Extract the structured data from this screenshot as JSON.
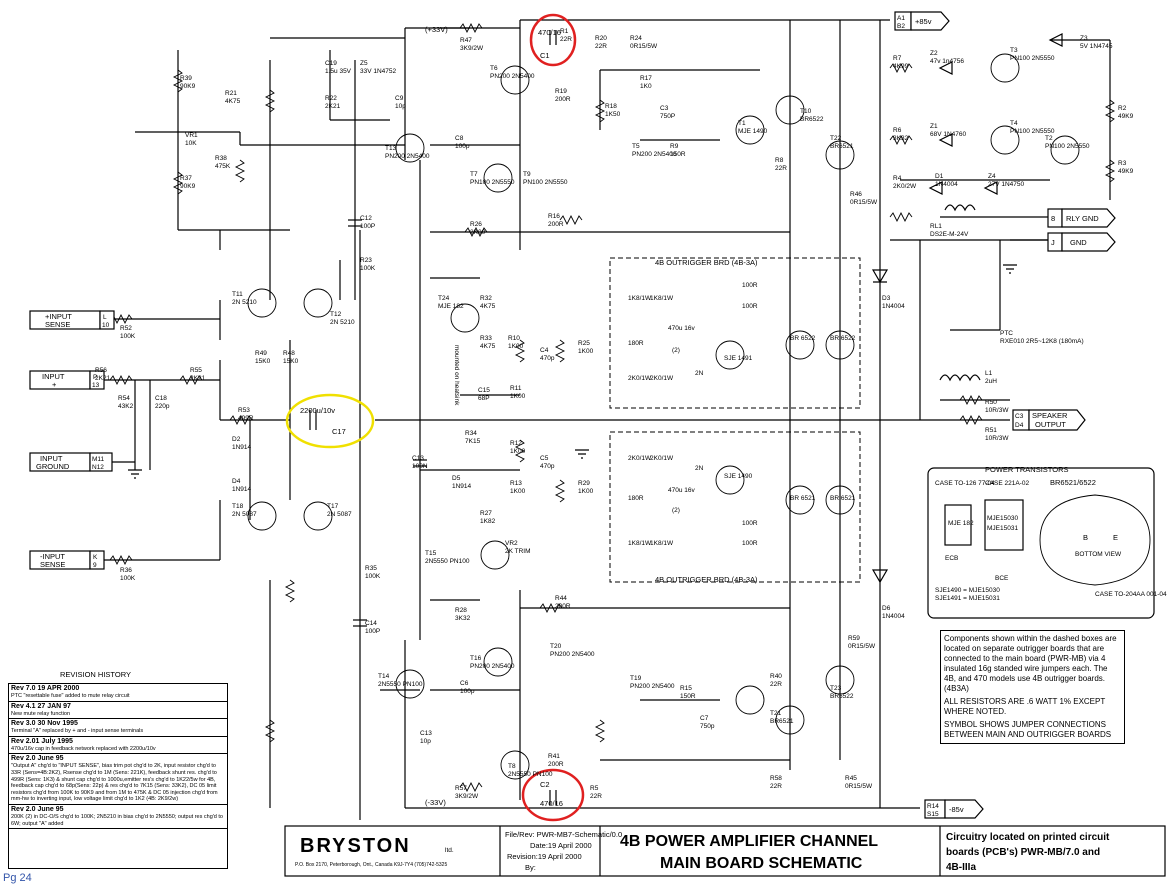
{
  "title": {
    "line1": "4B POWER AMPLIFIER CHANNEL",
    "line2": "MAIN BOARD SCHEMATIC",
    "note_line1": "Circuitry located on printed circuit",
    "note_line2": "boards (PCB's) PWR-MB/7.0  and",
    "note_line3": "4B-IIIa"
  },
  "file_info": {
    "file": "File/Rev: PWR-MB7-Schematic/0.0",
    "date": "Date:19 April 2000",
    "revision": "Revision:19 April 2000",
    "by": "By:"
  },
  "company": {
    "name": "BRYSTON",
    "ltd": "ltd.",
    "address": "P.O. Box 2170, Peterborough, Ont., Canada K9J-7Y4   (705)742-5325"
  },
  "page_label": "Pg 24",
  "revision_history": {
    "heading": "REVISION HISTORY",
    "entries": [
      {
        "rev": "Rev 7.0    19 APR 2000",
        "text": "PTC \"resettable fuse\" added to mute relay circuit"
      },
      {
        "rev": "Rev 4.1    27 JAN 97",
        "text": "New mute relay function"
      },
      {
        "rev": "Rev 3.0  30 Nov 1995",
        "text": "Terminal \"A\" replaced by + and - input sense terminals"
      },
      {
        "rev": "Rev 2.01  July 1995",
        "text": "470u/16v cap in feedback network replaced with 2200u/10v"
      },
      {
        "rev": "Rev 2.0    June 95",
        "text": "\"Output A\" chg'd to \"INPUT SENSE\", bias trim pot chg'd to 2K, input resistor chg'd to 33R (Sens=4B:2K2), Rsense chg'd to 1M (Sens: 221K), feedback shunt res. chg'd to 499R (Sens: 1K3) & shunt cap chg'd to 1000u,emitter res's chg'd to 1K22/5w for 4B, feedback cap chg'd to 68p(Sens: 22p) & res chg'd to 7K15 (Sens: 33K2), DC 05 limit resistors chg'd from 100K to 90K9 and from 1M to 475K & DC 05 injection chg'd from mm-hw to inverting input, low voltage limit chg'd to 1K2 (4B: 2K9/2w)"
      },
      {
        "rev": "Rev 2.0    June 95",
        "text": "200K (2) in DC-O/S chg'd to 100K; 2N5210 in bias chg'd to 2N5550; output res chg'd to 6W; output \"A\" added"
      }
    ]
  },
  "terminals": {
    "plus_input_sense": {
      "label1": "+INPUT",
      "label2": "SENSE",
      "pin": "L",
      "num": "10"
    },
    "input_plus": {
      "label1": "INPUT",
      "label2": "+",
      "pin": "P",
      "num": "13"
    },
    "input_ground": {
      "label1": "INPUT",
      "label2": "GROUND",
      "pin": "M11",
      "num": "N12"
    },
    "minus_input_sense": {
      "label1": "-INPUT",
      "label2": "SENSE",
      "pin": "K",
      "num": "9"
    },
    "pos85": {
      "pin": "A1",
      "num": "B2",
      "label": "+85v"
    },
    "neg85": {
      "pin": "R14",
      "num": "S15",
      "label": "-85v"
    },
    "rly_gnd": {
      "pin": "8",
      "label": "RLY GND"
    },
    "gnd": {
      "pin": "J",
      "label": "GND"
    },
    "speaker": {
      "pin": "C3",
      "num": "D4",
      "label1": "SPEAKER",
      "label2": "OUTPUT"
    }
  },
  "rails": {
    "pos33": "(+33V)",
    "neg33": "(-33V)"
  },
  "highlights": {
    "c1": {
      "value": "470/16",
      "ref": "C1",
      "color": "#e02020"
    },
    "c2": {
      "value": "470/16",
      "ref": "C2",
      "color": "#e02020"
    },
    "c17": {
      "value": "2200u/10v",
      "ref": "C17",
      "color": "#f0e000"
    }
  },
  "components": [
    {
      "ref": "R47",
      "value": "3K9/2W"
    },
    {
      "ref": "R1",
      "value": "22R"
    },
    {
      "ref": "R19",
      "value": "200R"
    },
    {
      "ref": "R20",
      "value": "22R"
    },
    {
      "ref": "R24",
      "value": "0R15/5W"
    },
    {
      "ref": "R39",
      "value": "90K9"
    },
    {
      "ref": "R37",
      "value": "90K9"
    },
    {
      "ref": "VR1",
      "value": "10K"
    },
    {
      "ref": "R38",
      "value": "475K"
    },
    {
      "ref": "R21",
      "value": "4K75"
    },
    {
      "ref": "C19",
      "value": "1.5u 35V"
    },
    {
      "ref": "Z5",
      "value": "33V 1N4752"
    },
    {
      "ref": "R22",
      "value": "2K21"
    },
    {
      "ref": "C9",
      "value": "10p"
    },
    {
      "ref": "T13",
      "value": "PN200 2N5400"
    },
    {
      "ref": "C8",
      "value": "100p"
    },
    {
      "ref": "T7",
      "value": "PN100 2N5550"
    },
    {
      "ref": "T9",
      "value": "PN100 2N5550"
    },
    {
      "ref": "T6",
      "value": "PN200 2N5400"
    },
    {
      "ref": "R17",
      "value": "1K0"
    },
    {
      "ref": "R18",
      "value": "1K50"
    },
    {
      "ref": "C3",
      "value": "750P"
    },
    {
      "ref": "R9",
      "value": "150R"
    },
    {
      "ref": "T5",
      "value": "PN200 2N5400"
    },
    {
      "ref": "T1",
      "value": "MJE 1490"
    },
    {
      "ref": "T10",
      "value": "BR6522"
    },
    {
      "ref": "T22",
      "value": "BR6521"
    },
    {
      "ref": "R8",
      "value": "22R"
    },
    {
      "ref": "R16",
      "value": "200R"
    },
    {
      "ref": "R46",
      "value": "0R15/5W"
    },
    {
      "ref": "C12",
      "value": "100P"
    },
    {
      "ref": "R23",
      "value": "100K"
    },
    {
      "ref": "R26",
      "value": "2K00"
    },
    {
      "ref": "T11",
      "value": "2N 5210"
    },
    {
      "ref": "T12",
      "value": "2N 5210"
    },
    {
      "ref": "R52",
      "value": "100K"
    },
    {
      "ref": "R56",
      "value": "2K21"
    },
    {
      "ref": "R55",
      "value": "2K21"
    },
    {
      "ref": "R54",
      "value": "43K2"
    },
    {
      "ref": "C18",
      "value": "220p"
    },
    {
      "ref": "R49",
      "value": "15K0"
    },
    {
      "ref": "R48",
      "value": "15K0"
    },
    {
      "ref": "R53",
      "value": "499R"
    },
    {
      "ref": "D2",
      "value": "1N914"
    },
    {
      "ref": "D4",
      "value": "1N914"
    },
    {
      "ref": "T18",
      "value": "2N 5087"
    },
    {
      "ref": "T17",
      "value": "2N 5087"
    },
    {
      "ref": "R36",
      "value": "100K"
    },
    {
      "ref": "R35",
      "value": "100K"
    },
    {
      "ref": "C14",
      "value": "100P"
    },
    {
      "ref": "C13",
      "value": "100N"
    },
    {
      "ref": "T24",
      "value": "MJE 182"
    },
    {
      "ref": "R32",
      "value": "4K75"
    },
    {
      "ref": "R33",
      "value": "4K75"
    },
    {
      "ref": "R10",
      "value": "1K00"
    },
    {
      "ref": "R11",
      "value": "1K00"
    },
    {
      "ref": "C4",
      "value": "470p"
    },
    {
      "ref": "R25",
      "value": "1K00"
    },
    {
      "ref": "C15",
      "value": "68P"
    },
    {
      "ref": "R34",
      "value": "7K15"
    },
    {
      "ref": "R12",
      "value": "1K00"
    },
    {
      "ref": "R13",
      "value": "1K00"
    },
    {
      "ref": "C5",
      "value": "470p"
    },
    {
      "ref": "R29",
      "value": "1K00"
    },
    {
      "ref": "D5",
      "value": "1N914"
    },
    {
      "ref": "R27",
      "value": "1K82"
    },
    {
      "ref": "VR2",
      "value": "2K TRIM"
    },
    {
      "ref": "T15",
      "value": "2N5550 PN100"
    },
    {
      "ref": "R28",
      "value": "3K32"
    },
    {
      "ref": "R44",
      "value": "200R"
    },
    {
      "ref": "T20",
      "value": "PN200 2N5400"
    },
    {
      "ref": "T14",
      "value": "2N5550 PN100"
    },
    {
      "ref": "T16",
      "value": "PN200 2N5400"
    },
    {
      "ref": "C6",
      "value": "100p"
    },
    {
      "ref": "C13b",
      "value": "10p"
    },
    {
      "ref": "T19",
      "value": "PN200 2N5400"
    },
    {
      "ref": "R15",
      "value": "150R"
    },
    {
      "ref": "C7",
      "value": "750p"
    },
    {
      "ref": "T8",
      "value": "2N5550 PN100"
    },
    {
      "ref": "R41",
      "value": "200R"
    },
    {
      "ref": "R5",
      "value": "22R"
    },
    {
      "ref": "R40",
      "value": "22R"
    },
    {
      "ref": "T21",
      "value": "BR6521"
    },
    {
      "ref": "T23",
      "value": "BR6522"
    },
    {
      "ref": "R59",
      "value": "0R15/5W"
    },
    {
      "ref": "R45",
      "value": "0R15/5W"
    },
    {
      "ref": "R58",
      "value": "22R"
    },
    {
      "ref": "R57",
      "value": "3K9/2W"
    },
    {
      "ref": "R7",
      "value": "4K99"
    },
    {
      "ref": "Z2",
      "value": "47v 1n4756"
    },
    {
      "ref": "T3",
      "value": "PN100 2N5550"
    },
    {
      "ref": "Z3",
      "value": "5V 1N4745"
    },
    {
      "ref": "R2",
      "value": "49K9"
    },
    {
      "ref": "R6",
      "value": "3K32"
    },
    {
      "ref": "Z1",
      "value": "68V 1N4760"
    },
    {
      "ref": "T4",
      "value": "PN100 2N5550"
    },
    {
      "ref": "T2",
      "value": "PN100 2N5550"
    },
    {
      "ref": "R3",
      "value": "49K9"
    },
    {
      "ref": "R4",
      "value": "2K0/2W"
    },
    {
      "ref": "D1",
      "value": "1N4004"
    },
    {
      "ref": "Z4",
      "value": "27V 1N4750"
    },
    {
      "ref": "RL1",
      "value": "DS2E-M-24V"
    },
    {
      "ref": "PTC",
      "value": "RXE010 2R5~12K8 (180mA)"
    },
    {
      "ref": "L1",
      "value": "2uH"
    },
    {
      "ref": "R50",
      "value": "10R/3W"
    },
    {
      "ref": "R51",
      "value": "10R/3W"
    },
    {
      "ref": "D3",
      "value": "1N4004"
    },
    {
      "ref": "D6",
      "value": "1N4004"
    }
  ],
  "outrigger": {
    "label_top": "4B OUTRIGGER BRD  (4B-3A)",
    "label_bottom": "4B OUTRIGGER BRD  (4B-3A)",
    "r_1k8": "1K8/1W",
    "r_2k0": "2K0/1W",
    "r_180": "180R",
    "r_100": "100R",
    "cap": "470u 16v",
    "cap2": "(2)",
    "cap_2n": "2N",
    "sje_top": "SJE 1491",
    "sje_bot": "SJE 1490",
    "br_top": "BR 6522",
    "br_bot": "BR 6521",
    "mounted_note": "mounted on heatsink"
  },
  "power_transistors": {
    "heading": "POWER TRANSISTORS",
    "case1": "CASE TO-126 77-04",
    "case2": "CASE 221A-02",
    "case3_title": "BR6521/6522",
    "mje182": "MJE 182",
    "ecb": "ECB",
    "mje15030": "MJE15030",
    "mje15031": "MJE15031",
    "bce": "BCE",
    "eq1": "SJE1490 = MJE15030",
    "eq2": "SJE1491 = MJE15031",
    "bottom_view": "BOTTOM VIEW",
    "case3": "CASE TO-204AA 001-04",
    "b": "B",
    "e": "E"
  },
  "notes": {
    "dashed": "Components shown within the dashed boxes are located on separate outrigger boards that are connected to the main board (PWR-MB) via 4 insulated 16g standed wire jumpers each. The 4B, and 470 models use 4B outrigger boards.(4B3A)",
    "resistors": "ALL RESISTORS ARE .6 WATT 1% EXCEPT WHERE NOTED.",
    "symbol": "SYMBOL SHOWS JUMPER CONNECTIONS BETWEEN MAIN AND OUTRIGGER BOARDS"
  }
}
